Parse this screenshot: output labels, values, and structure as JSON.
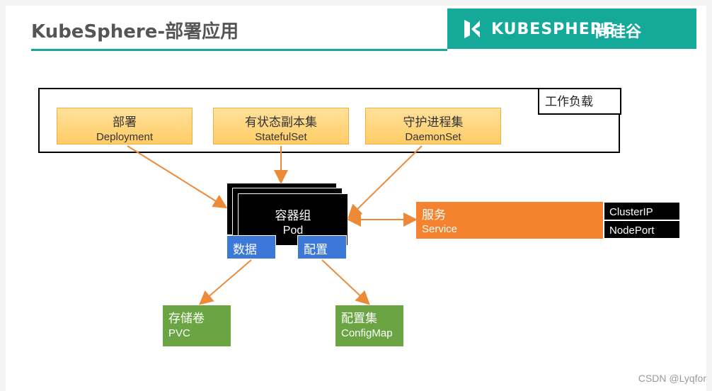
{
  "header": {
    "title": "KubeSphere-部署应用",
    "brand_name": "KUBESPHERE",
    "brand2": "尚硅谷"
  },
  "workload": {
    "label": "工作负载",
    "items": [
      {
        "cn": "部署",
        "en": "Deployment"
      },
      {
        "cn": "有状态副本集",
        "en": "StatefulSet"
      },
      {
        "cn": "守护进程集",
        "en": "DaemonSet"
      }
    ]
  },
  "pod": {
    "cn": "容器组",
    "en": "Pod",
    "data_tab": "数据",
    "config_tab": "配置"
  },
  "service": {
    "cn": "服务",
    "en": "Service",
    "types": [
      "ClusterIP",
      "NodePort"
    ]
  },
  "storage": {
    "cn": "存储卷",
    "en": "PVC"
  },
  "config": {
    "cn": "配置集",
    "en": "ConfigMap"
  },
  "watermark": "CSDN @Lyqfor",
  "colors": {
    "accent": "#15a99a",
    "workload_fill": "#ffcc66",
    "tab_blue": "#3c78d8",
    "service_orange": "#f5822e",
    "storage_green": "#6aa443",
    "arrow": "#ed8a3a"
  }
}
